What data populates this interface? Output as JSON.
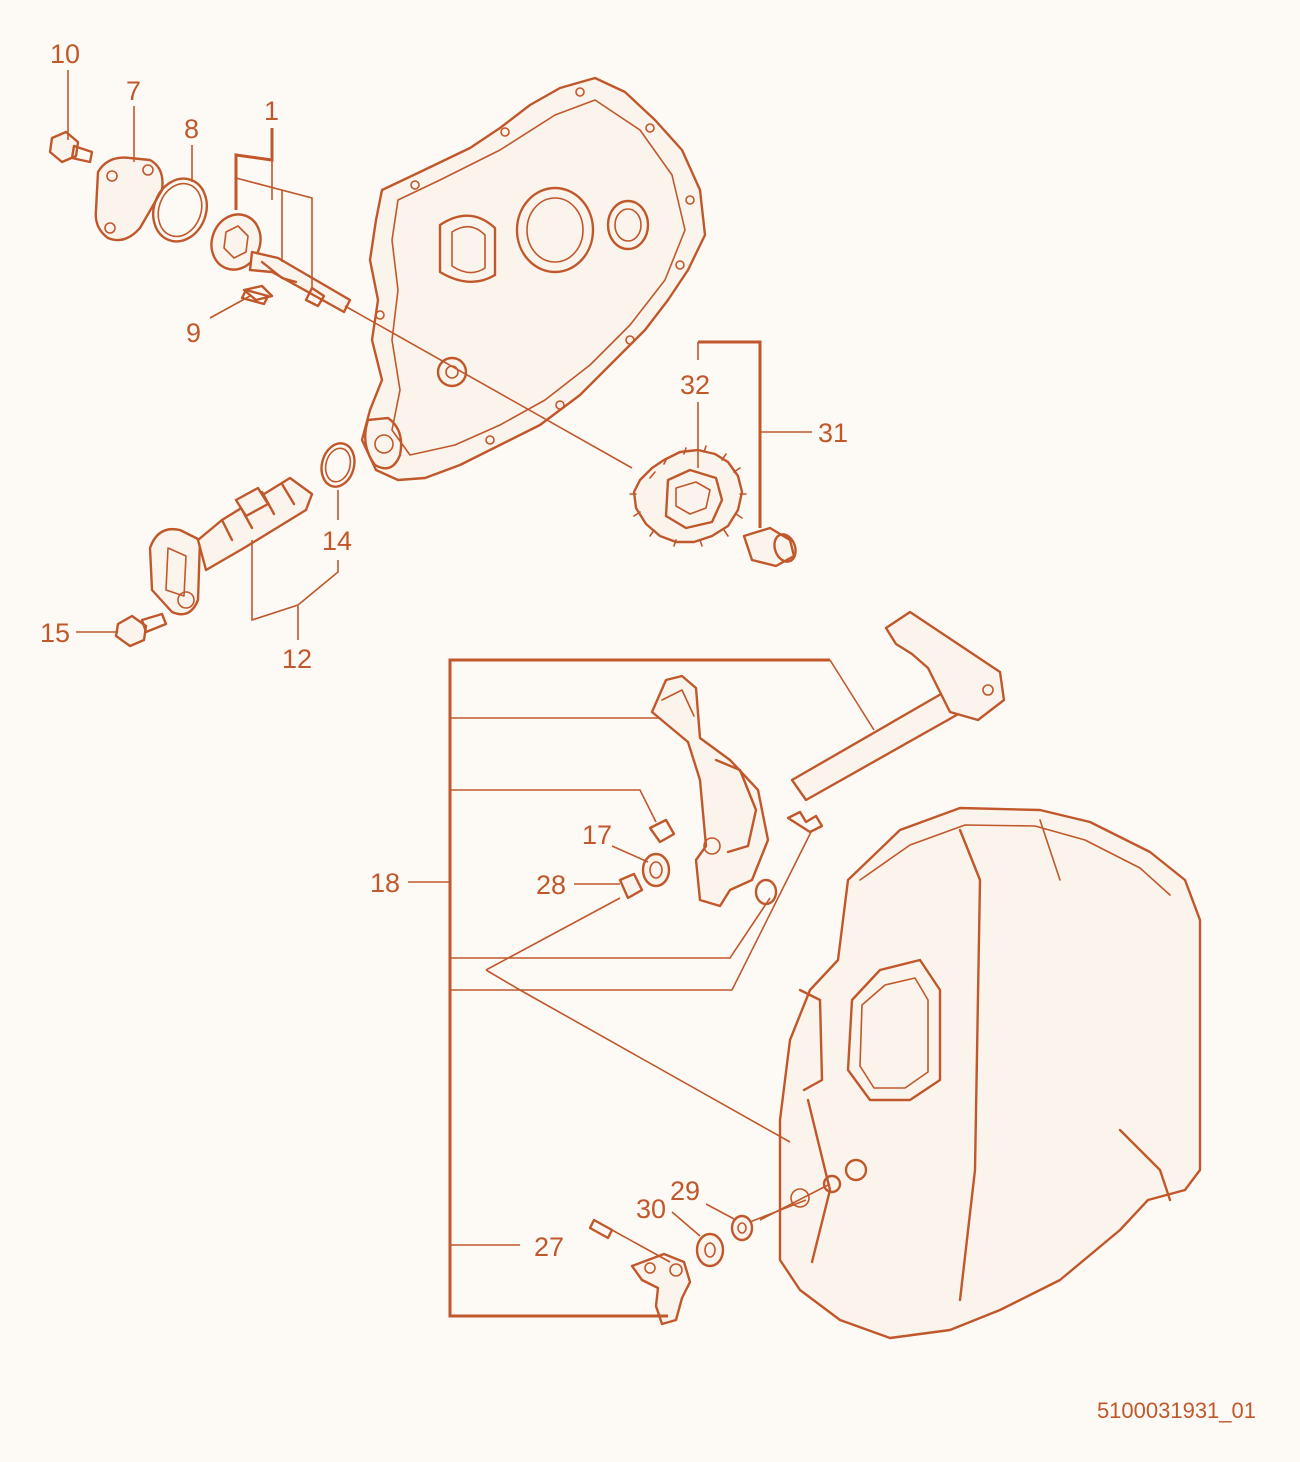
{
  "diagram": {
    "accent_color": "#c0582b",
    "background_color": "#fdfaf6",
    "callouts": {
      "p1": "1",
      "p7": "7",
      "p8": "8",
      "p9": "9",
      "p10": "10",
      "p12": "12",
      "p14": "14",
      "p15": "15",
      "p17": "17",
      "p18": "18",
      "p27": "27",
      "p28": "28",
      "p29": "29",
      "p30": "30",
      "p31": "31",
      "p32": "32"
    },
    "document_id": "5100031931_01"
  }
}
